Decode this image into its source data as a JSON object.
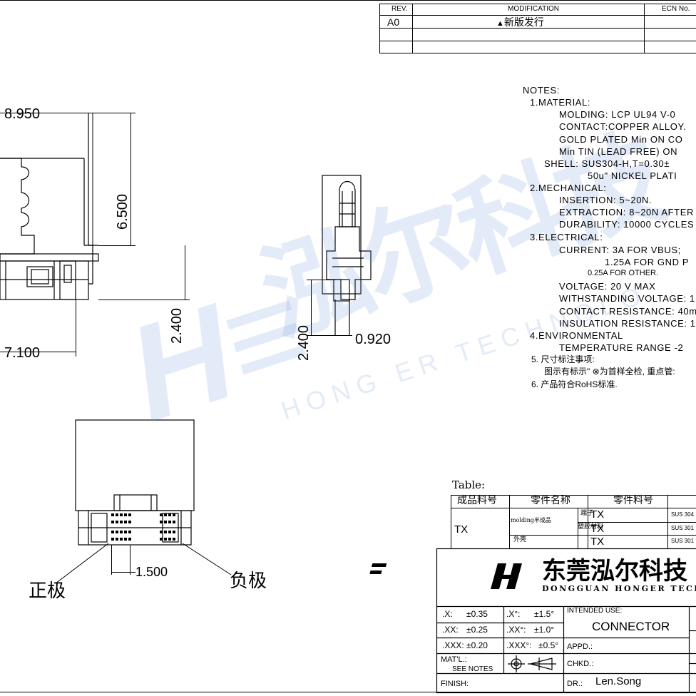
{
  "revision_block": {
    "headers": {
      "rev": "REV.",
      "modification": "MODIFICATION",
      "ecn": "ECN No."
    },
    "rows": [
      {
        "rev": "A0",
        "modification": "新版发行"
      }
    ]
  },
  "dimensions": {
    "d1": "8.950",
    "d2": "6.500",
    "d3": "2.400",
    "d4": "7.100",
    "d5": "2.400",
    "d6": "0.920",
    "d7": "1.500"
  },
  "labels": {
    "positive": "正极",
    "negative": "负极"
  },
  "watermark": {
    "brand": "泓尔科技",
    "sub": "HONG ER TECHNOLO"
  },
  "notes": [
    "NOTES:",
    "1.MATERIAL:",
    "MOLDING: LCP UL94 V-0",
    "CONTACT:COPPER ALLOY.",
    "GOLD PLATED Min ON CO",
    "Min TIN (LEAD FREE) ON",
    "SHELL: SUS304-H,T=0.30±",
    "50u\" NICKEL PLATI",
    "2.MECHANICAL:",
    "INSERTION: 5~20N.",
    "EXTRACTION: 8~20N AFTER",
    "DURABILITY: 10000 CYCLES",
    "3.ELECTRICAL:",
    "CURRENT: 3A FOR VBUS;",
    "1.25A FOR GND P",
    "0.25A FOR OTHER.",
    "VOLTAGE: 20 V MAX",
    "WITHSTANDING VOLTAGE: 1",
    "CONTACT RESISTANCE: 40m",
    "INSULATION RESISTANCE: 1",
    "4.ENVIRONMENTAL",
    "TEMPERATURE RANGE -2",
    "5. 尺寸标注事项:",
    "图示有标示\" ⊗为首样全检, 重点管:",
    "6. 产品符合RoHS标准."
  ],
  "parts_table": {
    "caption": "Table:",
    "headers": [
      "成品料号",
      "零件名称",
      "零件料号"
    ],
    "product": "TX",
    "group": "molding半成品",
    "rows": [
      {
        "name": "端子",
        "part": "TX",
        "material": "SUS 304"
      },
      {
        "name": "塑胶材料",
        "part": "TX",
        "material": "SUS 301"
      },
      {
        "name": "外壳",
        "part": "TX",
        "material": "SUS 301"
      }
    ]
  },
  "title_block": {
    "company_cn": "东莞泓尔科技",
    "company_en": "DONGGUAN HONGER TECHN",
    "tolerances": [
      [
        ".X:",
        "±0.35",
        ".X°:",
        "±1.5°"
      ],
      [
        ".XX:",
        "±0.25",
        ".XX°:",
        "±1.0°"
      ],
      [
        ".XXX:",
        "±0.20",
        ".XXX°:",
        "±0.5°"
      ]
    ],
    "matl": "MAT'L.:",
    "see_notes": "SEE NOTES",
    "finish": "FINISH:",
    "intended_use_label": "INTENDED USE:",
    "intended_use": "CONNECTOR",
    "appd": "APPD.:",
    "chkd": "CHKD.:",
    "dr": "DR.:",
    "drawer": "Len.Song"
  }
}
